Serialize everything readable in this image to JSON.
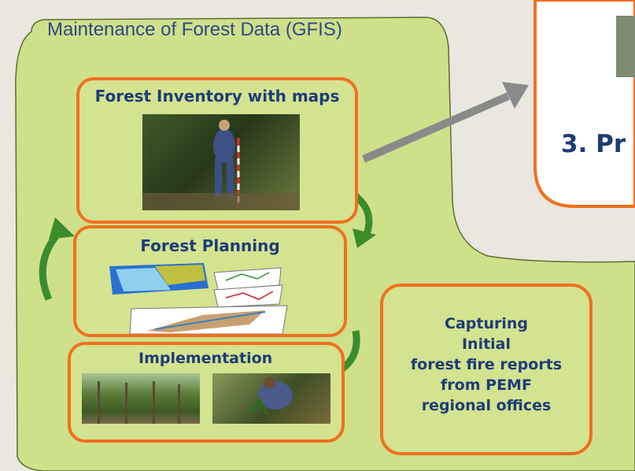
{
  "main_region": {
    "title": "Maintenance of Forest Data (GFIS)"
  },
  "boxes": {
    "inventory": {
      "title": "Forest Inventory with maps"
    },
    "planning": {
      "title": "Forest Planning"
    },
    "implementation": {
      "title": "Implementation"
    },
    "fire_reports": {
      "lines": [
        "Capturing",
        "Initial",
        "forest fire reports",
        "from PEMF",
        "regional offices"
      ]
    }
  },
  "right_panel": {
    "title": "3. Pr"
  },
  "colors": {
    "region_fill": "#cfe08a",
    "box_border": "#f07020",
    "title_text": "#1f3b78",
    "cycle_arrow": "#3c8c2c",
    "transfer_arrow": "#8a8a8a"
  }
}
